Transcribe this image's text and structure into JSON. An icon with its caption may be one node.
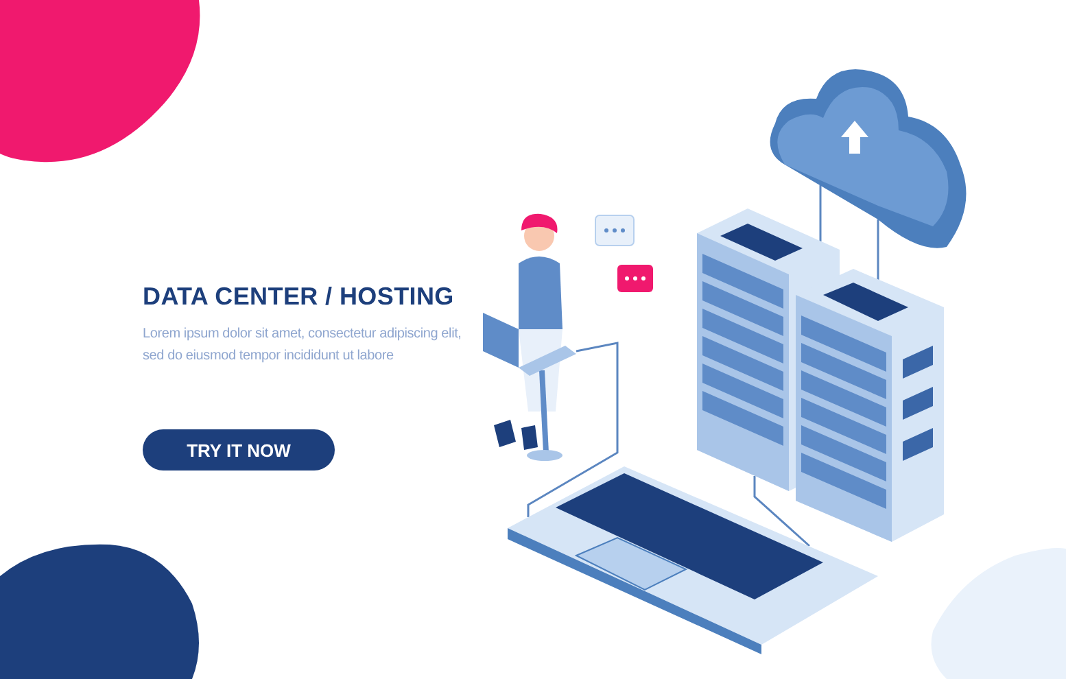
{
  "diagram": {
    "title": "DATA CENTER / HOSTING",
    "nodes": [
      {
        "text": [],
        "shape": "cloud"
      },
      {
        "text": [],
        "shape": "picture"
      },
      {
        "text": [],
        "shape": "picture"
      },
      {
        "text": [],
        "shape": "picture"
      },
      {
        "text": [],
        "shape": "person"
      }
    ],
    "edges": [
      {
        "from": 0,
        "to": 1,
        "arrow": "none"
      },
      {
        "from": 0,
        "to": 2,
        "arrow": "none"
      },
      {
        "from": 4,
        "to": 3,
        "arrow": "none"
      },
      {
        "from": 1,
        "to": 3,
        "arrow": "none"
      }
    ],
    "labels": [
      "Lorem ipsum dolor sit amet, consectetur adipiscing elit, sed do eiusmod tempor incididunt ut labore",
      "TRY IT NOW"
    ]
  }
}
